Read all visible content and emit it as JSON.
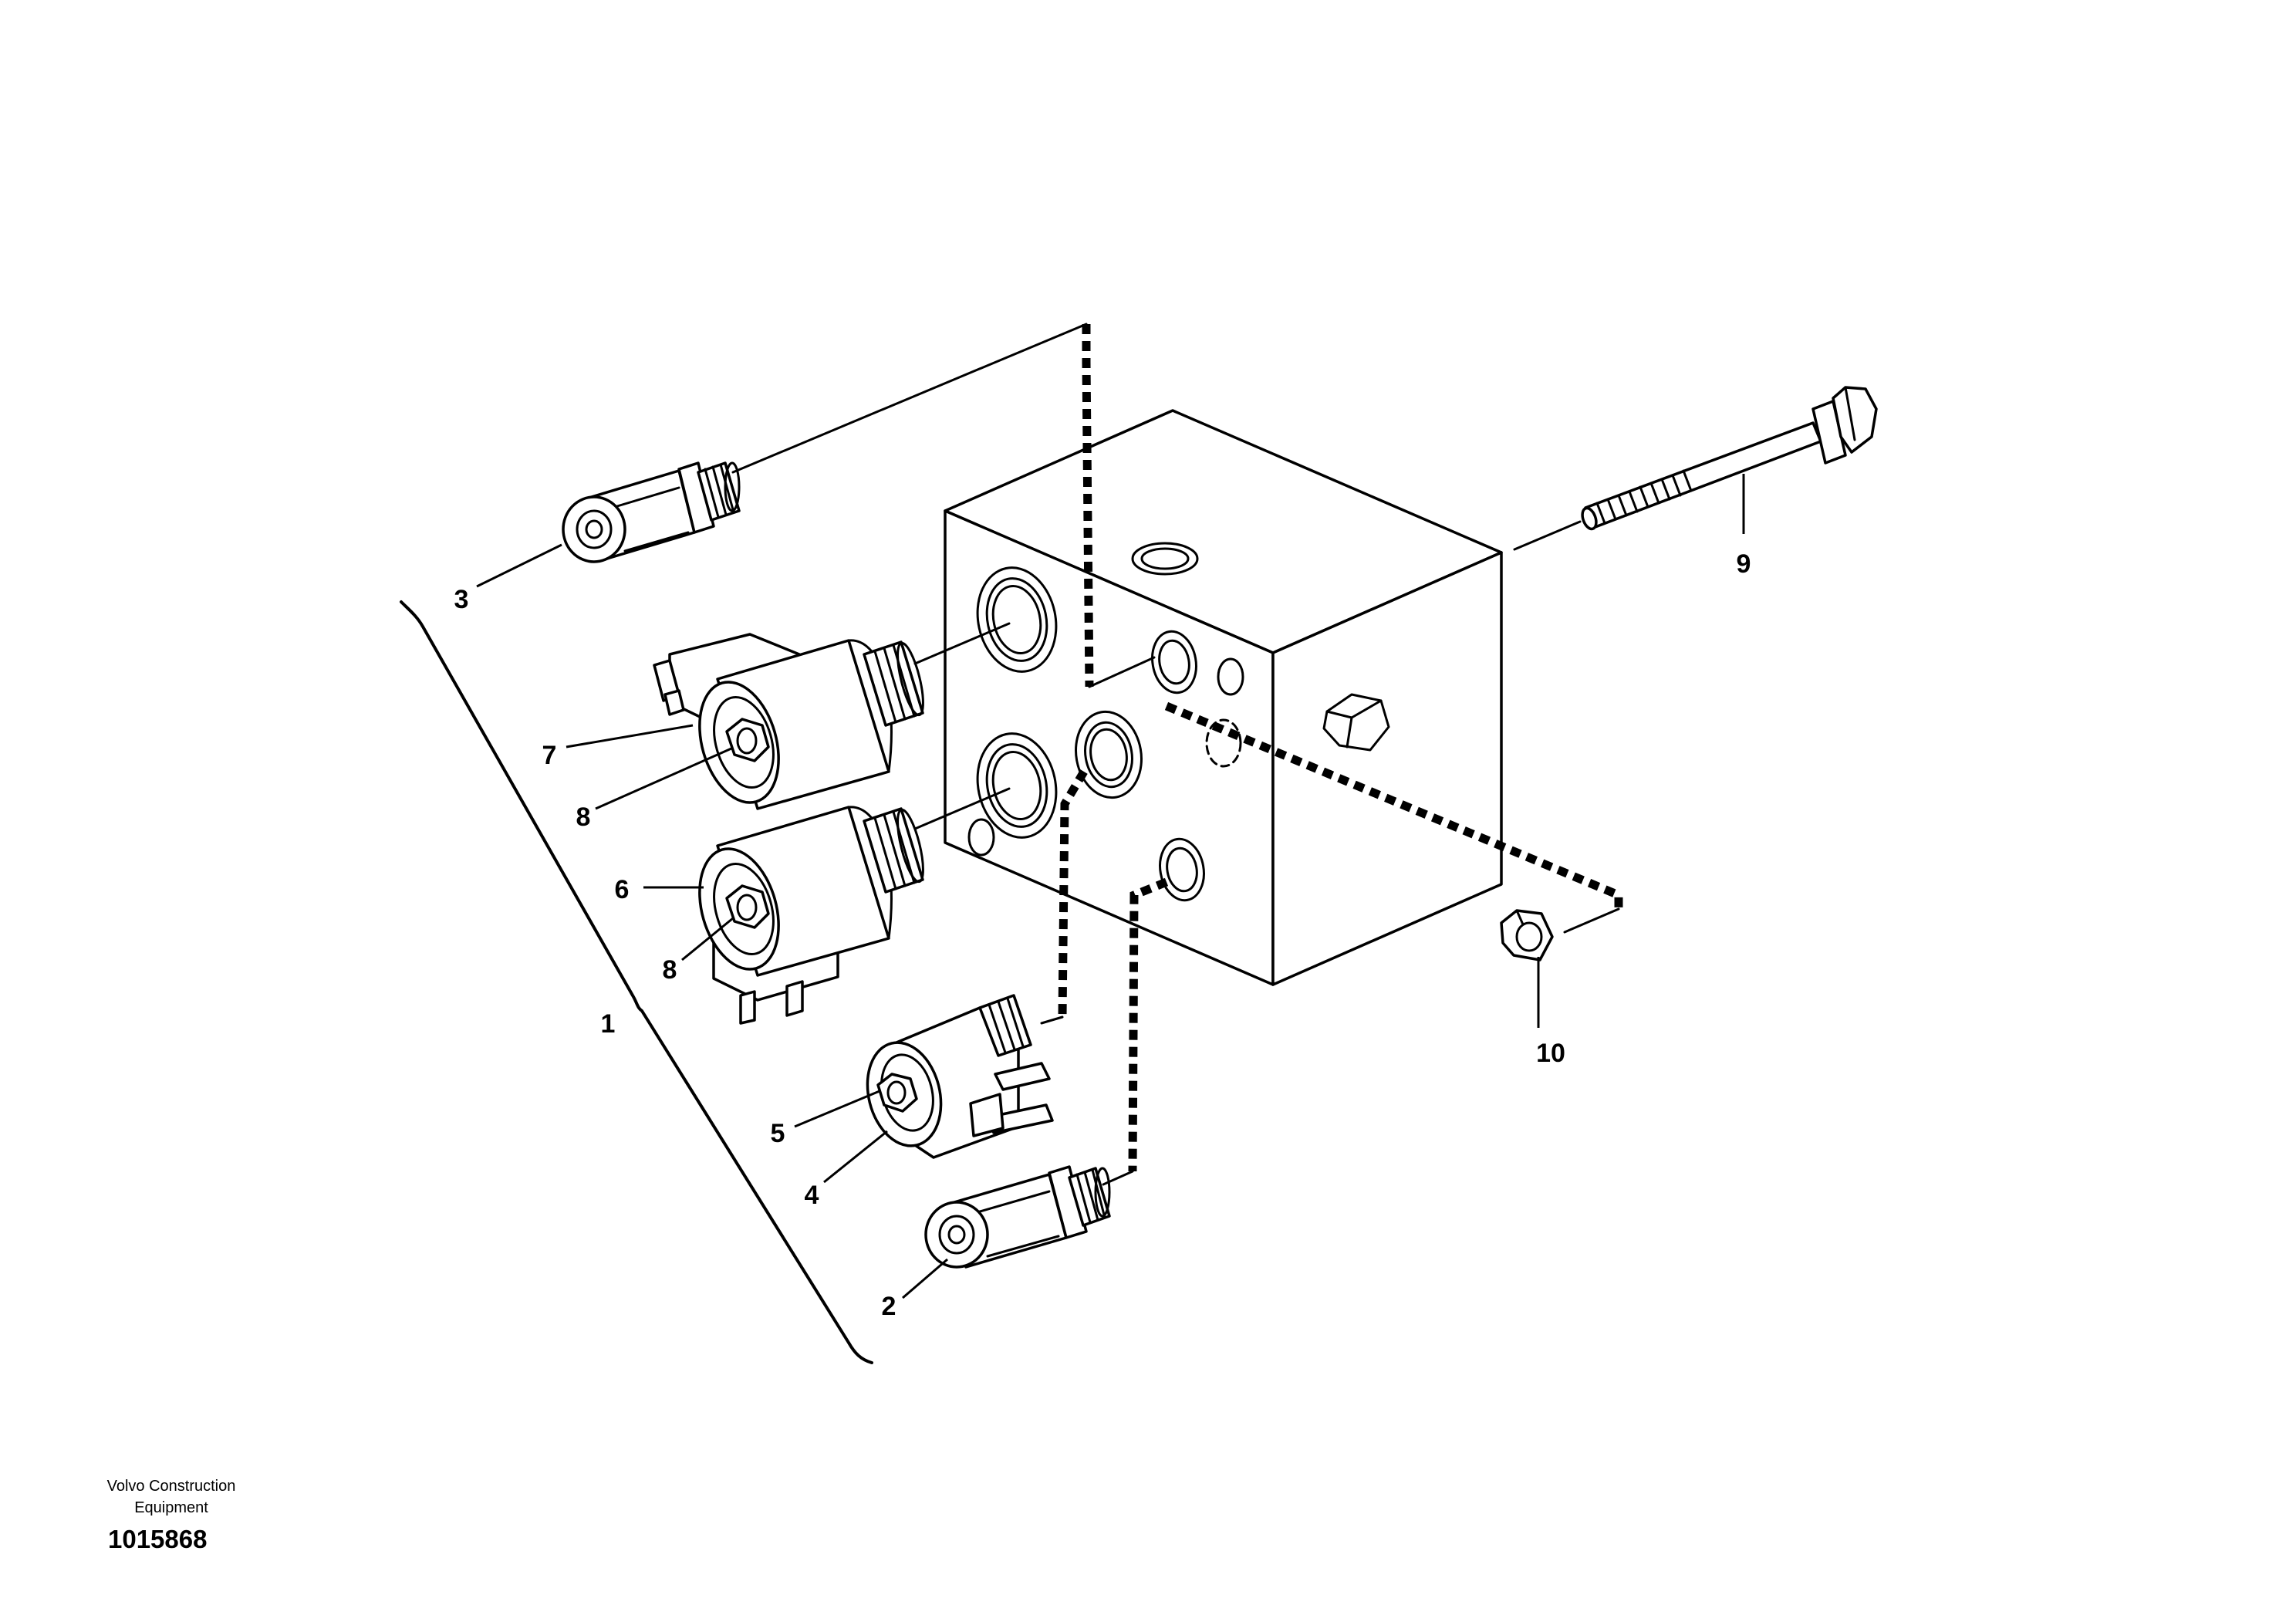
{
  "callouts": {
    "c1": "1",
    "c2": "2",
    "c3": "3",
    "c4": "4",
    "c5": "5",
    "c6": "6",
    "c7": "7",
    "c8a": "8",
    "c8b": "8",
    "c9": "9",
    "c10": "10"
  },
  "footer": {
    "company_line1": "Volvo Construction",
    "company_line2": "Equipment",
    "doc_number": "1015868"
  }
}
